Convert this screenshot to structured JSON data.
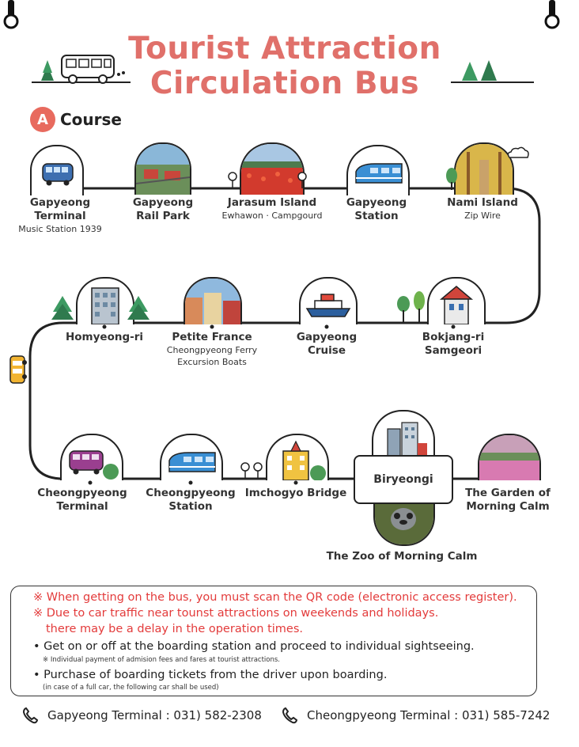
{
  "title": {
    "line1": "Tourist Attraction",
    "line2": "Circulation Bus"
  },
  "course": {
    "badge": "A",
    "label": "Course"
  },
  "stops": {
    "gapyeong_terminal": {
      "name1": "Gapyeong",
      "name2": "Terminal",
      "sub": "Music Station 1939"
    },
    "gapyeong_rail_park": {
      "name1": "Gapyeong",
      "name2": "Rail Park"
    },
    "jarasum_island": {
      "name": "Jarasum Island",
      "sub": "Ewhawon · Campgourd"
    },
    "gapyeong_station": {
      "name1": "Gapyeong",
      "name2": "Station"
    },
    "nami_island": {
      "name": "Nami Island",
      "sub": "Zip Wire"
    },
    "homyeong_ri": {
      "name": "Homyeong-ri"
    },
    "petite_france": {
      "name": "Petite France",
      "sub1": "Cheongpyeong Ferry",
      "sub2": "Excursion Boats"
    },
    "gapyeong_cruise": {
      "name1": "Gapyeong",
      "name2": "Cruise"
    },
    "bokjang_ri": {
      "name1": "Bokjang-ri",
      "name2": "Samgeori"
    },
    "cheongpyeong_terminal": {
      "name1": "Cheongpyeong",
      "name2": "Terminal"
    },
    "cheongpyeong_station": {
      "name1": "Cheongpyeong",
      "name2": "Station"
    },
    "imchogyo_bridge": {
      "name": "Imchogyo Bridge"
    },
    "biryeongi": {
      "name": "Biryeongi"
    },
    "garden_morning_calm": {
      "name1": "The Garden of",
      "name2": "Morning Calm"
    },
    "zoo_morning_calm": {
      "name": "The Zoo of Morning Calm"
    }
  },
  "notice": {
    "line1": "※ When getting on the bus, you must scan the QR code (electronic access register).",
    "line2": "※ Due to car traffic near tounst attractions on weekends and holidays.",
    "line3": "there may be a delay in the operation times.",
    "line4": "• Get on or off at the boarding station and proceed to individual sightseeing.",
    "line5": "※ Individual payment of admision fees and fares at tourist attractions.",
    "line6": "• Purchase of boarding tickets from the driver upon boarding.",
    "line7": "(in case of a full car, the following car shall be used)"
  },
  "contacts": [
    {
      "label": "Gapyeong Terminal : 031) 582-2308"
    },
    {
      "label": "Cheongpyeong Terminal : 031) 585-7242"
    }
  ],
  "colors": {
    "title": "#e0706a",
    "badge": "#e86a5e",
    "notice_red": "#e33b3b",
    "route": "#222222"
  }
}
